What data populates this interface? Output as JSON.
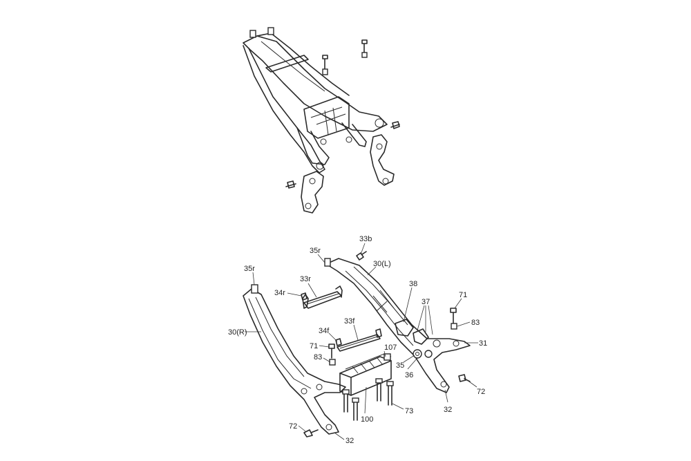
{
  "labels": {
    "l33b": "33b",
    "l35r_top": "35r",
    "l30L": "30(L)",
    "l35r_left": "35r",
    "l33r": "33r",
    "l34r": "34r",
    "l38": "38",
    "l37": "37",
    "l71_right": "71",
    "l83_right": "83",
    "l30R": "30(R)",
    "l33f": "33f",
    "l34f": "34f",
    "l107": "107",
    "l31": "31",
    "l71_left": "71",
    "l83_left": "83",
    "l35": "35",
    "l36": "36",
    "l72_right": "72",
    "l32_right": "32",
    "l100": "100",
    "l73": "73",
    "l72_left": "72",
    "l32_left": "32"
  }
}
